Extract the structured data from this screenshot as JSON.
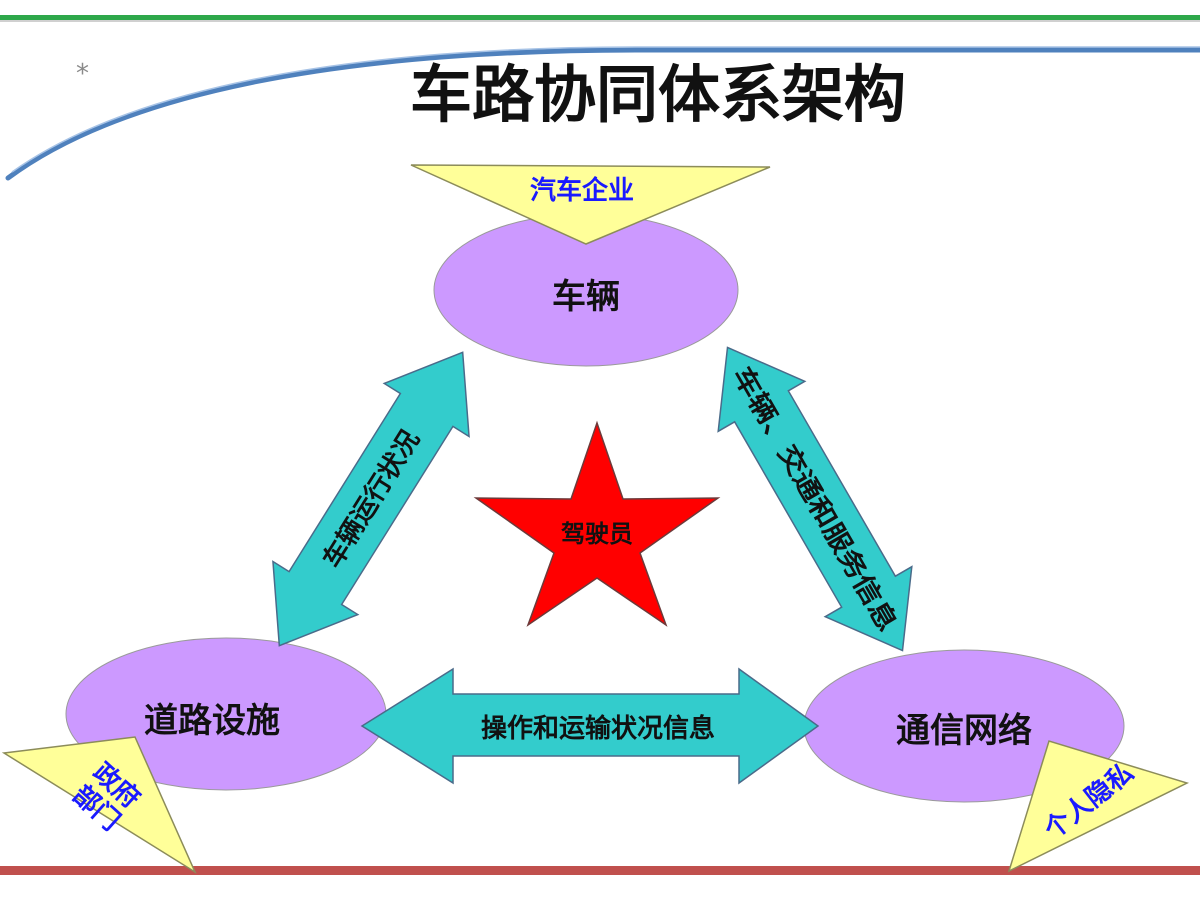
{
  "slide": {
    "title": "车路协同体系架构",
    "bullet": "*"
  },
  "nodes": {
    "vehicle": "车辆",
    "road": "道路设施",
    "network": "通信网络",
    "driver": "驾驶员"
  },
  "stakeholders": {
    "automaker": "汽车企业",
    "government_line1": "政府",
    "government_line2": "部门",
    "privacy": "个人隐私"
  },
  "links": {
    "vehicle_road": "车辆运行状况",
    "vehicle_network": "车辆、交通和服务信息",
    "road_network": "操作和运输状况信息"
  },
  "colors": {
    "top_rule": "#2ea84a",
    "bottom_rule": "#c0504d",
    "swoosh": "#4f81bd",
    "ellipse_fill": "#cc99ff",
    "arrow_fill": "#33cccc",
    "triangle_fill": "#ffff99",
    "star_fill": "#ff0000"
  }
}
